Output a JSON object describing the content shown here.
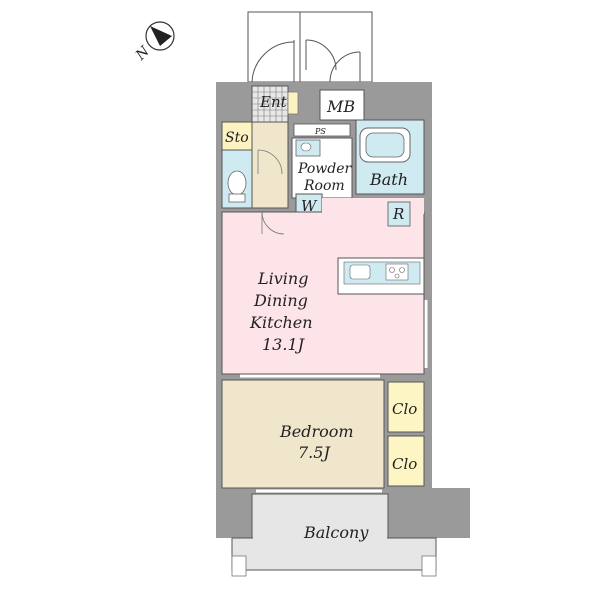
{
  "compass": {
    "label": "N",
    "icon": "north-arrow-icon"
  },
  "rooms": {
    "entrance": "Ent",
    "meter_box": "MB",
    "pipe_space": "PS",
    "storage": "Sto",
    "powder_room_line1": "Powder",
    "powder_room_line2": "Room",
    "washer": "W",
    "bath": "Bath",
    "refrigerator": "R",
    "ldk_line1": "Living",
    "ldk_line2": "Dining",
    "ldk_line3": "Kitchen",
    "ldk_size": "13.1J",
    "closet_upper": "Clo",
    "closet_lower": "Clo",
    "bedroom": "Bedroom",
    "bedroom_size": "7.5J",
    "balcony": "Balcony"
  },
  "colors": {
    "wall": "#9a9a9a",
    "living": "#fde4e8",
    "bedroom": "#efe6cc",
    "closet": "#fdf6c4",
    "wet_area": "#cfeaf1",
    "storage": "#fdf3c2",
    "entrance_tile": "#e8e8e8",
    "balcony": "#e6e6e6"
  }
}
